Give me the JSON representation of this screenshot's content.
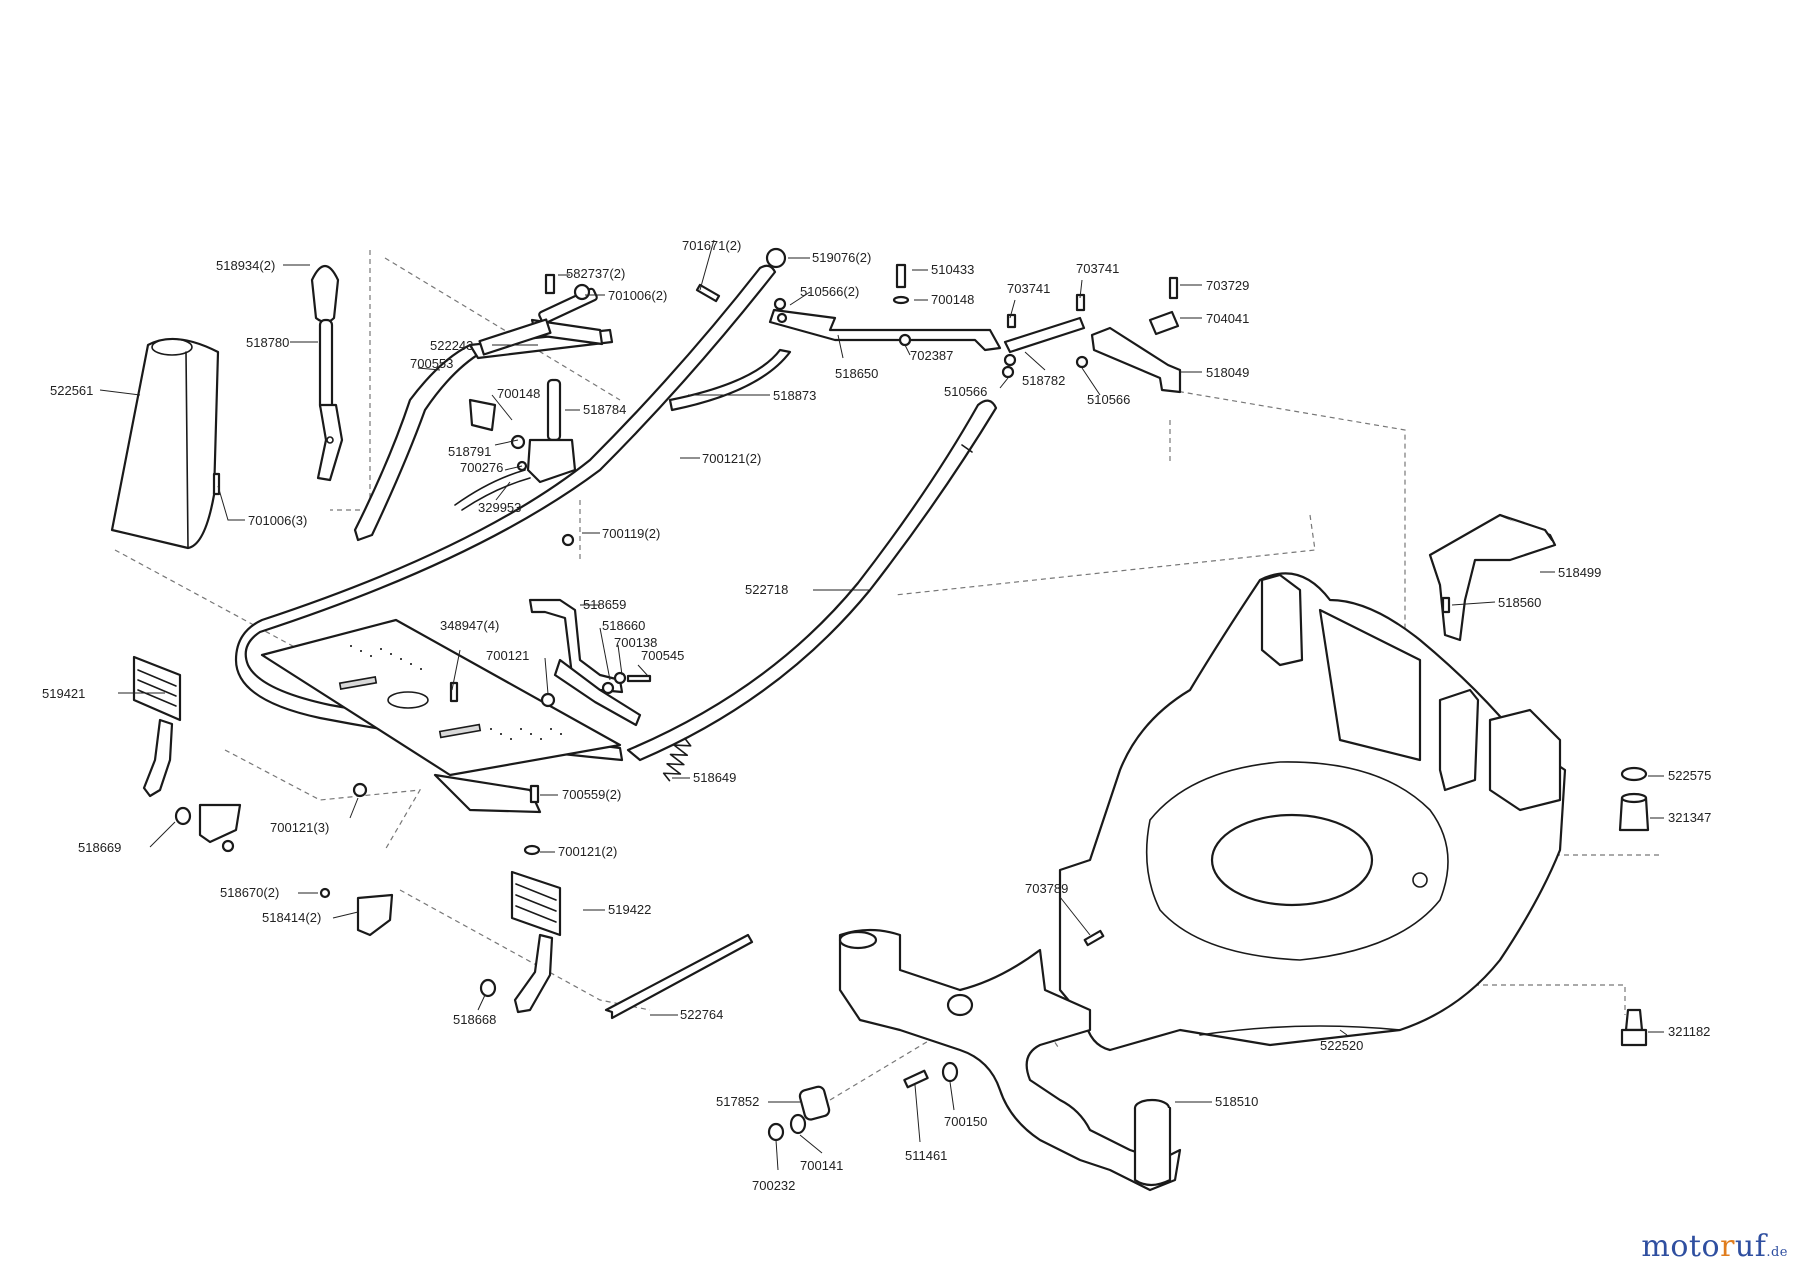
{
  "labels": [
    {
      "id": "518934",
      "text": "518934(2)"
    },
    {
      "id": "518780",
      "text": "518780"
    },
    {
      "id": "522561",
      "text": "522561"
    },
    {
      "id": "701006a",
      "text": "701006(3)"
    },
    {
      "id": "582737",
      "text": "582737(2)"
    },
    {
      "id": "701006b",
      "text": "701006(2)"
    },
    {
      "id": "522243",
      "text": "522243"
    },
    {
      "id": "700553",
      "text": "700553"
    },
    {
      "id": "700148a",
      "text": "700148"
    },
    {
      "id": "518784",
      "text": "518784"
    },
    {
      "id": "518791",
      "text": "518791"
    },
    {
      "id": "700276",
      "text": "700276"
    },
    {
      "id": "329953",
      "text": "329953"
    },
    {
      "id": "700119",
      "text": "700119(2)"
    },
    {
      "id": "701671",
      "text": "701671(2)"
    },
    {
      "id": "519076",
      "text": "519076(2)"
    },
    {
      "id": "510566a",
      "text": "510566(2)"
    },
    {
      "id": "518873",
      "text": "518873"
    },
    {
      "id": "700121a",
      "text": "700121(2)"
    },
    {
      "id": "510433",
      "text": "510433"
    },
    {
      "id": "700148b",
      "text": "700148"
    },
    {
      "id": "518650",
      "text": "518650"
    },
    {
      "id": "702387",
      "text": "702387"
    },
    {
      "id": "703741a",
      "text": "703741"
    },
    {
      "id": "703741b",
      "text": "703741"
    },
    {
      "id": "510566b",
      "text": "510566"
    },
    {
      "id": "518782",
      "text": "518782"
    },
    {
      "id": "510566c",
      "text": "510566"
    },
    {
      "id": "703729",
      "text": "703729"
    },
    {
      "id": "704041",
      "text": "704041"
    },
    {
      "id": "518049",
      "text": "518049"
    },
    {
      "id": "522718",
      "text": "522718"
    },
    {
      "id": "518659",
      "text": "518659"
    },
    {
      "id": "348947",
      "text": "348947(4)"
    },
    {
      "id": "518660",
      "text": "518660"
    },
    {
      "id": "700138",
      "text": "700138"
    },
    {
      "id": "700121b",
      "text": "700121"
    },
    {
      "id": "700545",
      "text": "700545"
    },
    {
      "id": "518649",
      "text": "518649"
    },
    {
      "id": "700559",
      "text": "700559(2)"
    },
    {
      "id": "700121c",
      "text": "700121(3)"
    },
    {
      "id": "700121d",
      "text": "700121(2)"
    },
    {
      "id": "519421",
      "text": "519421"
    },
    {
      "id": "518669",
      "text": "518669"
    },
    {
      "id": "518670",
      "text": "518670(2)"
    },
    {
      "id": "518414",
      "text": "518414(2)"
    },
    {
      "id": "519422",
      "text": "519422"
    },
    {
      "id": "518668",
      "text": "518668"
    },
    {
      "id": "522764",
      "text": "522764"
    },
    {
      "id": "518499",
      "text": "518499"
    },
    {
      "id": "518560",
      "text": "518560"
    },
    {
      "id": "522575",
      "text": "522575"
    },
    {
      "id": "321347",
      "text": "321347"
    },
    {
      "id": "703789",
      "text": "703789"
    },
    {
      "id": "522520",
      "text": "522520"
    },
    {
      "id": "321182",
      "text": "321182"
    },
    {
      "id": "517852",
      "text": "517852"
    },
    {
      "id": "700150",
      "text": "700150"
    },
    {
      "id": "518510",
      "text": "518510"
    },
    {
      "id": "511461",
      "text": "511461"
    },
    {
      "id": "700141",
      "text": "700141"
    },
    {
      "id": "700232",
      "text": "700232"
    }
  ],
  "logo": {
    "part1": "moto",
    "part2": "r",
    "part3": "uf",
    "tld": ".de"
  }
}
